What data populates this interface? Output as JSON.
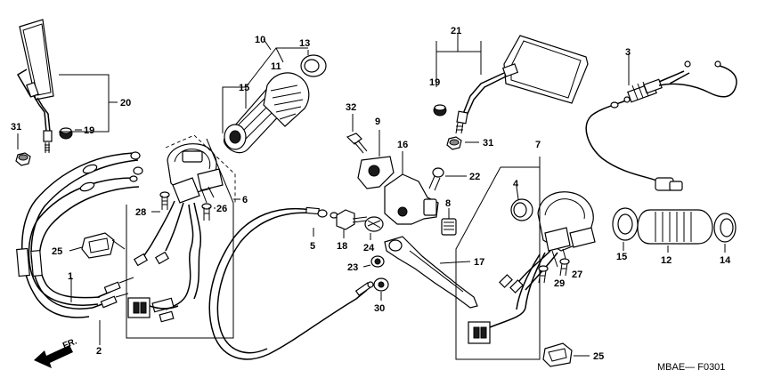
{
  "diagram": {
    "reference_code": "MBAE— F0301",
    "front_marker": "FR.",
    "callouts": [
      {
        "id": "1",
        "text": "1"
      },
      {
        "id": "2",
        "text": "2"
      },
      {
        "id": "3",
        "text": "3"
      },
      {
        "id": "4",
        "text": "4"
      },
      {
        "id": "5",
        "text": "5"
      },
      {
        "id": "6",
        "text": "6"
      },
      {
        "id": "7",
        "text": "7"
      },
      {
        "id": "8",
        "text": "8"
      },
      {
        "id": "9",
        "text": "9"
      },
      {
        "id": "10",
        "text": "10"
      },
      {
        "id": "11",
        "text": "11"
      },
      {
        "id": "12",
        "text": "12"
      },
      {
        "id": "13",
        "text": "13"
      },
      {
        "id": "14",
        "text": "14"
      },
      {
        "id": "15a",
        "text": "15"
      },
      {
        "id": "15b",
        "text": "15"
      },
      {
        "id": "16",
        "text": "16"
      },
      {
        "id": "17",
        "text": "17"
      },
      {
        "id": "18",
        "text": "18"
      },
      {
        "id": "19a",
        "text": "19"
      },
      {
        "id": "19b",
        "text": "19"
      },
      {
        "id": "20",
        "text": "20"
      },
      {
        "id": "21",
        "text": "21"
      },
      {
        "id": "22",
        "text": "22"
      },
      {
        "id": "23",
        "text": "23"
      },
      {
        "id": "24",
        "text": "24"
      },
      {
        "id": "25a",
        "text": "25"
      },
      {
        "id": "25b",
        "text": "25"
      },
      {
        "id": "26",
        "text": "26"
      },
      {
        "id": "27",
        "text": "27"
      },
      {
        "id": "28",
        "text": "28"
      },
      {
        "id": "29",
        "text": "29"
      },
      {
        "id": "30",
        "text": "30"
      },
      {
        "id": "31a",
        "text": "31"
      },
      {
        "id": "31b",
        "text": "31"
      },
      {
        "id": "32",
        "text": "32"
      }
    ]
  }
}
